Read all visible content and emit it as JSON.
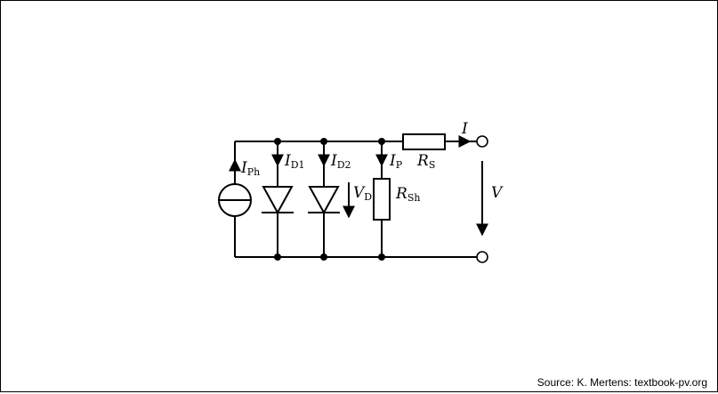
{
  "diagram": {
    "labels": {
      "photo_current": {
        "main": "I",
        "sub": "Ph"
      },
      "diode1_current": {
        "main": "I",
        "sub": "D1"
      },
      "diode2_current": {
        "main": "I",
        "sub": "D2"
      },
      "diode_voltage": {
        "main": "V",
        "sub": "D"
      },
      "parallel_current": {
        "main": "I",
        "sub": "P"
      },
      "series_resistor": {
        "main": "R",
        "sub": "S"
      },
      "shunt_resistor": {
        "main": "R",
        "sub": "Sh"
      },
      "output_current": {
        "main": "I"
      },
      "output_voltage": {
        "main": "V"
      }
    }
  },
  "footer": {
    "source": "Source: K. Mertens: textbook-pv.org"
  }
}
